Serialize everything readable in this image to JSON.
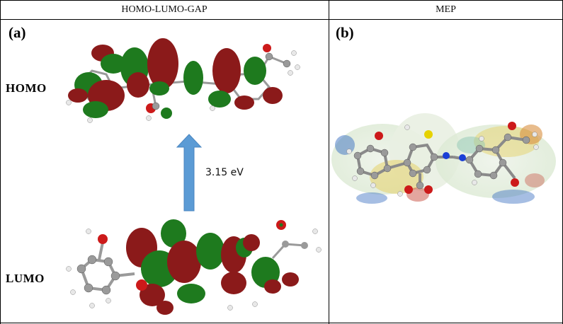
{
  "header": {
    "left_title": "HOMO-LUMO-GAP",
    "right_title": "MEP"
  },
  "panels": {
    "a_label": "(a)",
    "b_label": "(b)"
  },
  "orbitals": {
    "homo_label": "HOMO",
    "lumo_label": "LUMO",
    "gap_value": "3.15 eV",
    "arrow_color": "#5b9bd5",
    "lobe_positive_color": "#8b1a1a",
    "lobe_negative_color": "#1e7a1e"
  },
  "mep": {
    "surface_colors": [
      "#d9e8d0",
      "#e6d26a",
      "#3a6fc2",
      "#c23a2a",
      "#8fc7b4"
    ]
  }
}
